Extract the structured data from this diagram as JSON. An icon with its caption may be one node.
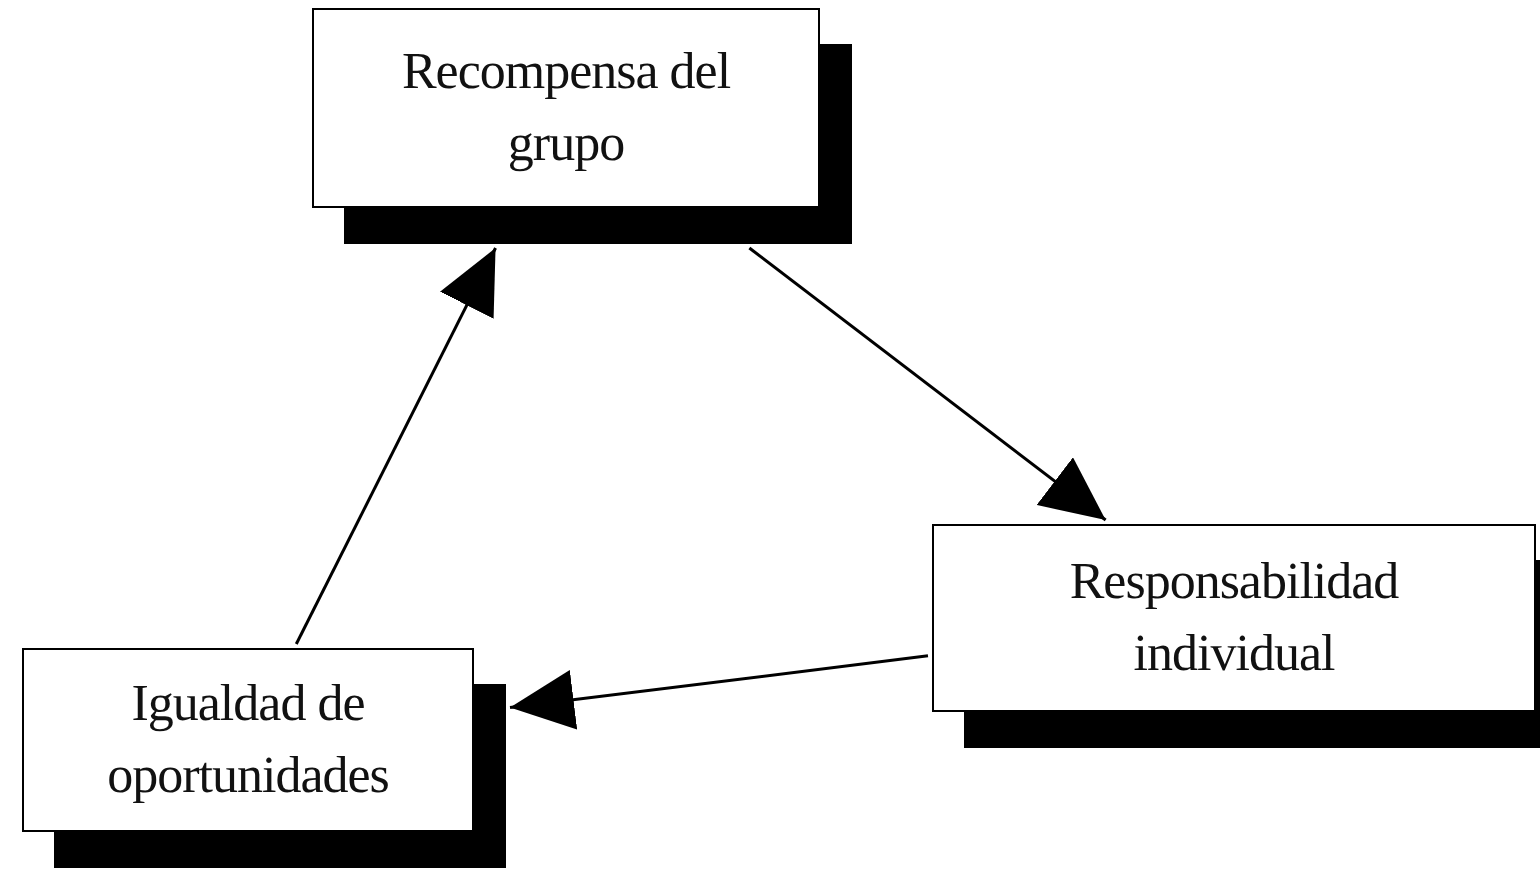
{
  "diagram": {
    "nodes": [
      {
        "text": [
          "Recompensa del grupo"
        ]
      },
      {
        "text": [
          "Responsabilidad individual"
        ]
      },
      {
        "text": [
          "Igualdad de oportunidades"
        ]
      }
    ],
    "edges": [
      {
        "from": 2,
        "to": 0,
        "arrow": "to"
      },
      {
        "from": 0,
        "to": 1,
        "arrow": "to"
      },
      {
        "from": 1,
        "to": 2,
        "arrow": "to"
      }
    ]
  }
}
